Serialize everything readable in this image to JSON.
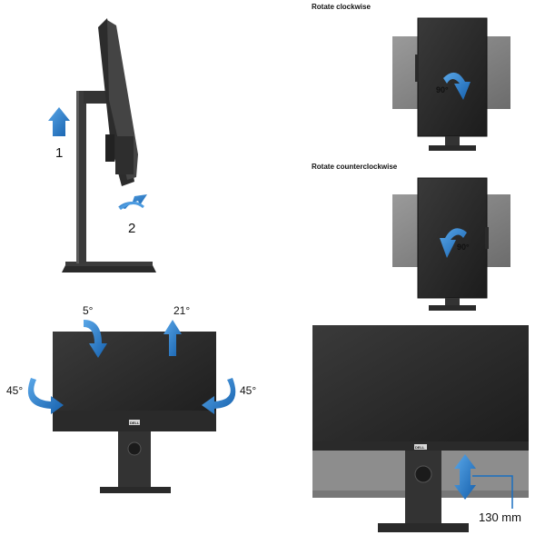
{
  "side_panel": {
    "step_1": "1",
    "step_2": "2"
  },
  "rotate_cw": {
    "caption": "Rotate clockwise",
    "angle": "90°"
  },
  "rotate_ccw": {
    "caption": "Rotate counterclockwise",
    "angle": "90°"
  },
  "tilt_swivel": {
    "tilt_forward": "5°",
    "tilt_back": "21°",
    "swivel_left": "45°",
    "swivel_right": "45°",
    "logo": "DELL"
  },
  "height_adjust": {
    "range": "130 mm",
    "logo": "DELL"
  },
  "colors": {
    "arrow_blue": "#1a6fc0",
    "monitor_dark": "#2b2b2b",
    "screen_gray": "#8a8a8a"
  }
}
